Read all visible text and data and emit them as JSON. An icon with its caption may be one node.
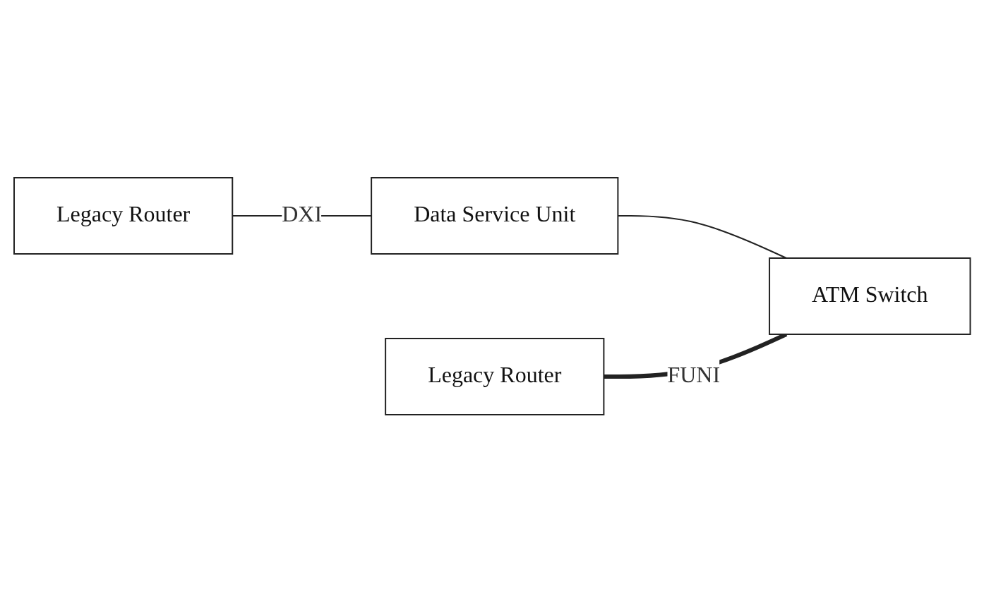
{
  "diagram": {
    "nodes": [
      {
        "text": [
          "Legacy Router"
        ]
      },
      {
        "text": [
          "Data Service Unit"
        ]
      },
      {
        "text": [
          "ATM Switch"
        ]
      },
      {
        "text": [
          "Legacy Router"
        ]
      }
    ],
    "edges": [
      {
        "from": 0,
        "to": 1,
        "arrow": "none",
        "label": "DXI"
      },
      {
        "from": 1,
        "to": 2,
        "arrow": "none"
      },
      {
        "from": 3,
        "to": 2,
        "arrow": "none",
        "label": "FUNI",
        "style": "thick"
      }
    ]
  }
}
